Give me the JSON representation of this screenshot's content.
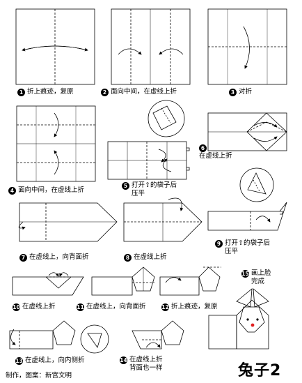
{
  "title": "兔子2",
  "credit": "制作，图案：新宫文明",
  "steps": [
    {
      "num": "1",
      "lines": [
        "折上痕迹，复原"
      ]
    },
    {
      "num": "2",
      "lines": [
        "面向中间，在虚线上折"
      ]
    },
    {
      "num": "3",
      "lines": [
        "对折"
      ]
    },
    {
      "num": "4",
      "lines": [
        "面向中间，在虚线上折"
      ]
    },
    {
      "num": "5",
      "lines": [
        "打开⇧的袋子后",
        "压平"
      ]
    },
    {
      "num": "6",
      "lines": [
        "在虚线上折"
      ]
    },
    {
      "num": "7",
      "lines": [
        "在虚线上，向背面折"
      ]
    },
    {
      "num": "8",
      "lines": [
        "在虚线上折"
      ]
    },
    {
      "num": "9",
      "lines": [
        "打开⇧的袋子后",
        "压平"
      ]
    },
    {
      "num": "10",
      "lines": [
        "在虚线上折"
      ]
    },
    {
      "num": "11",
      "lines": [
        "在虚线上，向背面折"
      ]
    },
    {
      "num": "12",
      "lines": [
        "折上痕迹，复原"
      ]
    },
    {
      "num": "13",
      "lines": [
        "在虚线上，向内侧折"
      ]
    },
    {
      "num": "14",
      "lines": [
        "在虚线上折",
        "背面也一样"
      ]
    },
    {
      "num": "15",
      "lines": [
        "画上脸",
        "完成"
      ]
    }
  ],
  "colors": {
    "line": "#000000",
    "fold": "#000000",
    "nose": "#e02020"
  }
}
